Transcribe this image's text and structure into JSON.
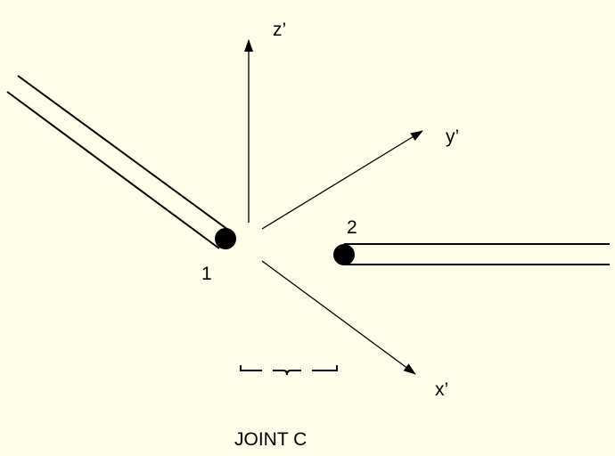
{
  "axes": {
    "z_label": "z’",
    "y_label": "y’",
    "x_label": "x’"
  },
  "members": {
    "member1_label": "1",
    "member2_label": "2"
  },
  "caption": "JOINT C",
  "colors": {
    "background": "#fdfde8",
    "ink": "#000000"
  }
}
